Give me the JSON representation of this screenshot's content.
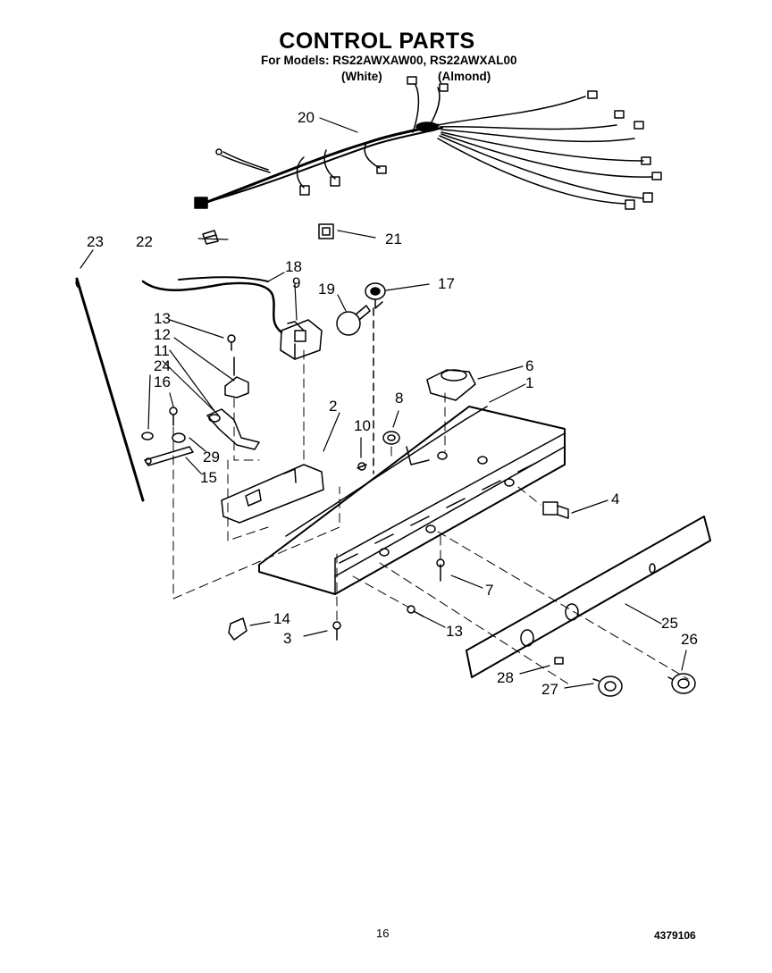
{
  "header": {
    "title": "CONTROL PARTS",
    "models_line": "For Models: RS22AWXAW00, RS22AWXAL00",
    "variant_white": "(White)",
    "variant_almond": "(Almond)"
  },
  "callouts": [
    "1",
    "2",
    "3",
    "4",
    "6",
    "7",
    "8",
    "9",
    "10",
    "11",
    "12",
    "13",
    "13",
    "14",
    "15",
    "16",
    "17",
    "18",
    "19",
    "20",
    "21",
    "22",
    "23",
    "24",
    "25",
    "26",
    "27",
    "28",
    "29"
  ],
  "footer": {
    "page_number": "16",
    "document_number": "4379106"
  }
}
